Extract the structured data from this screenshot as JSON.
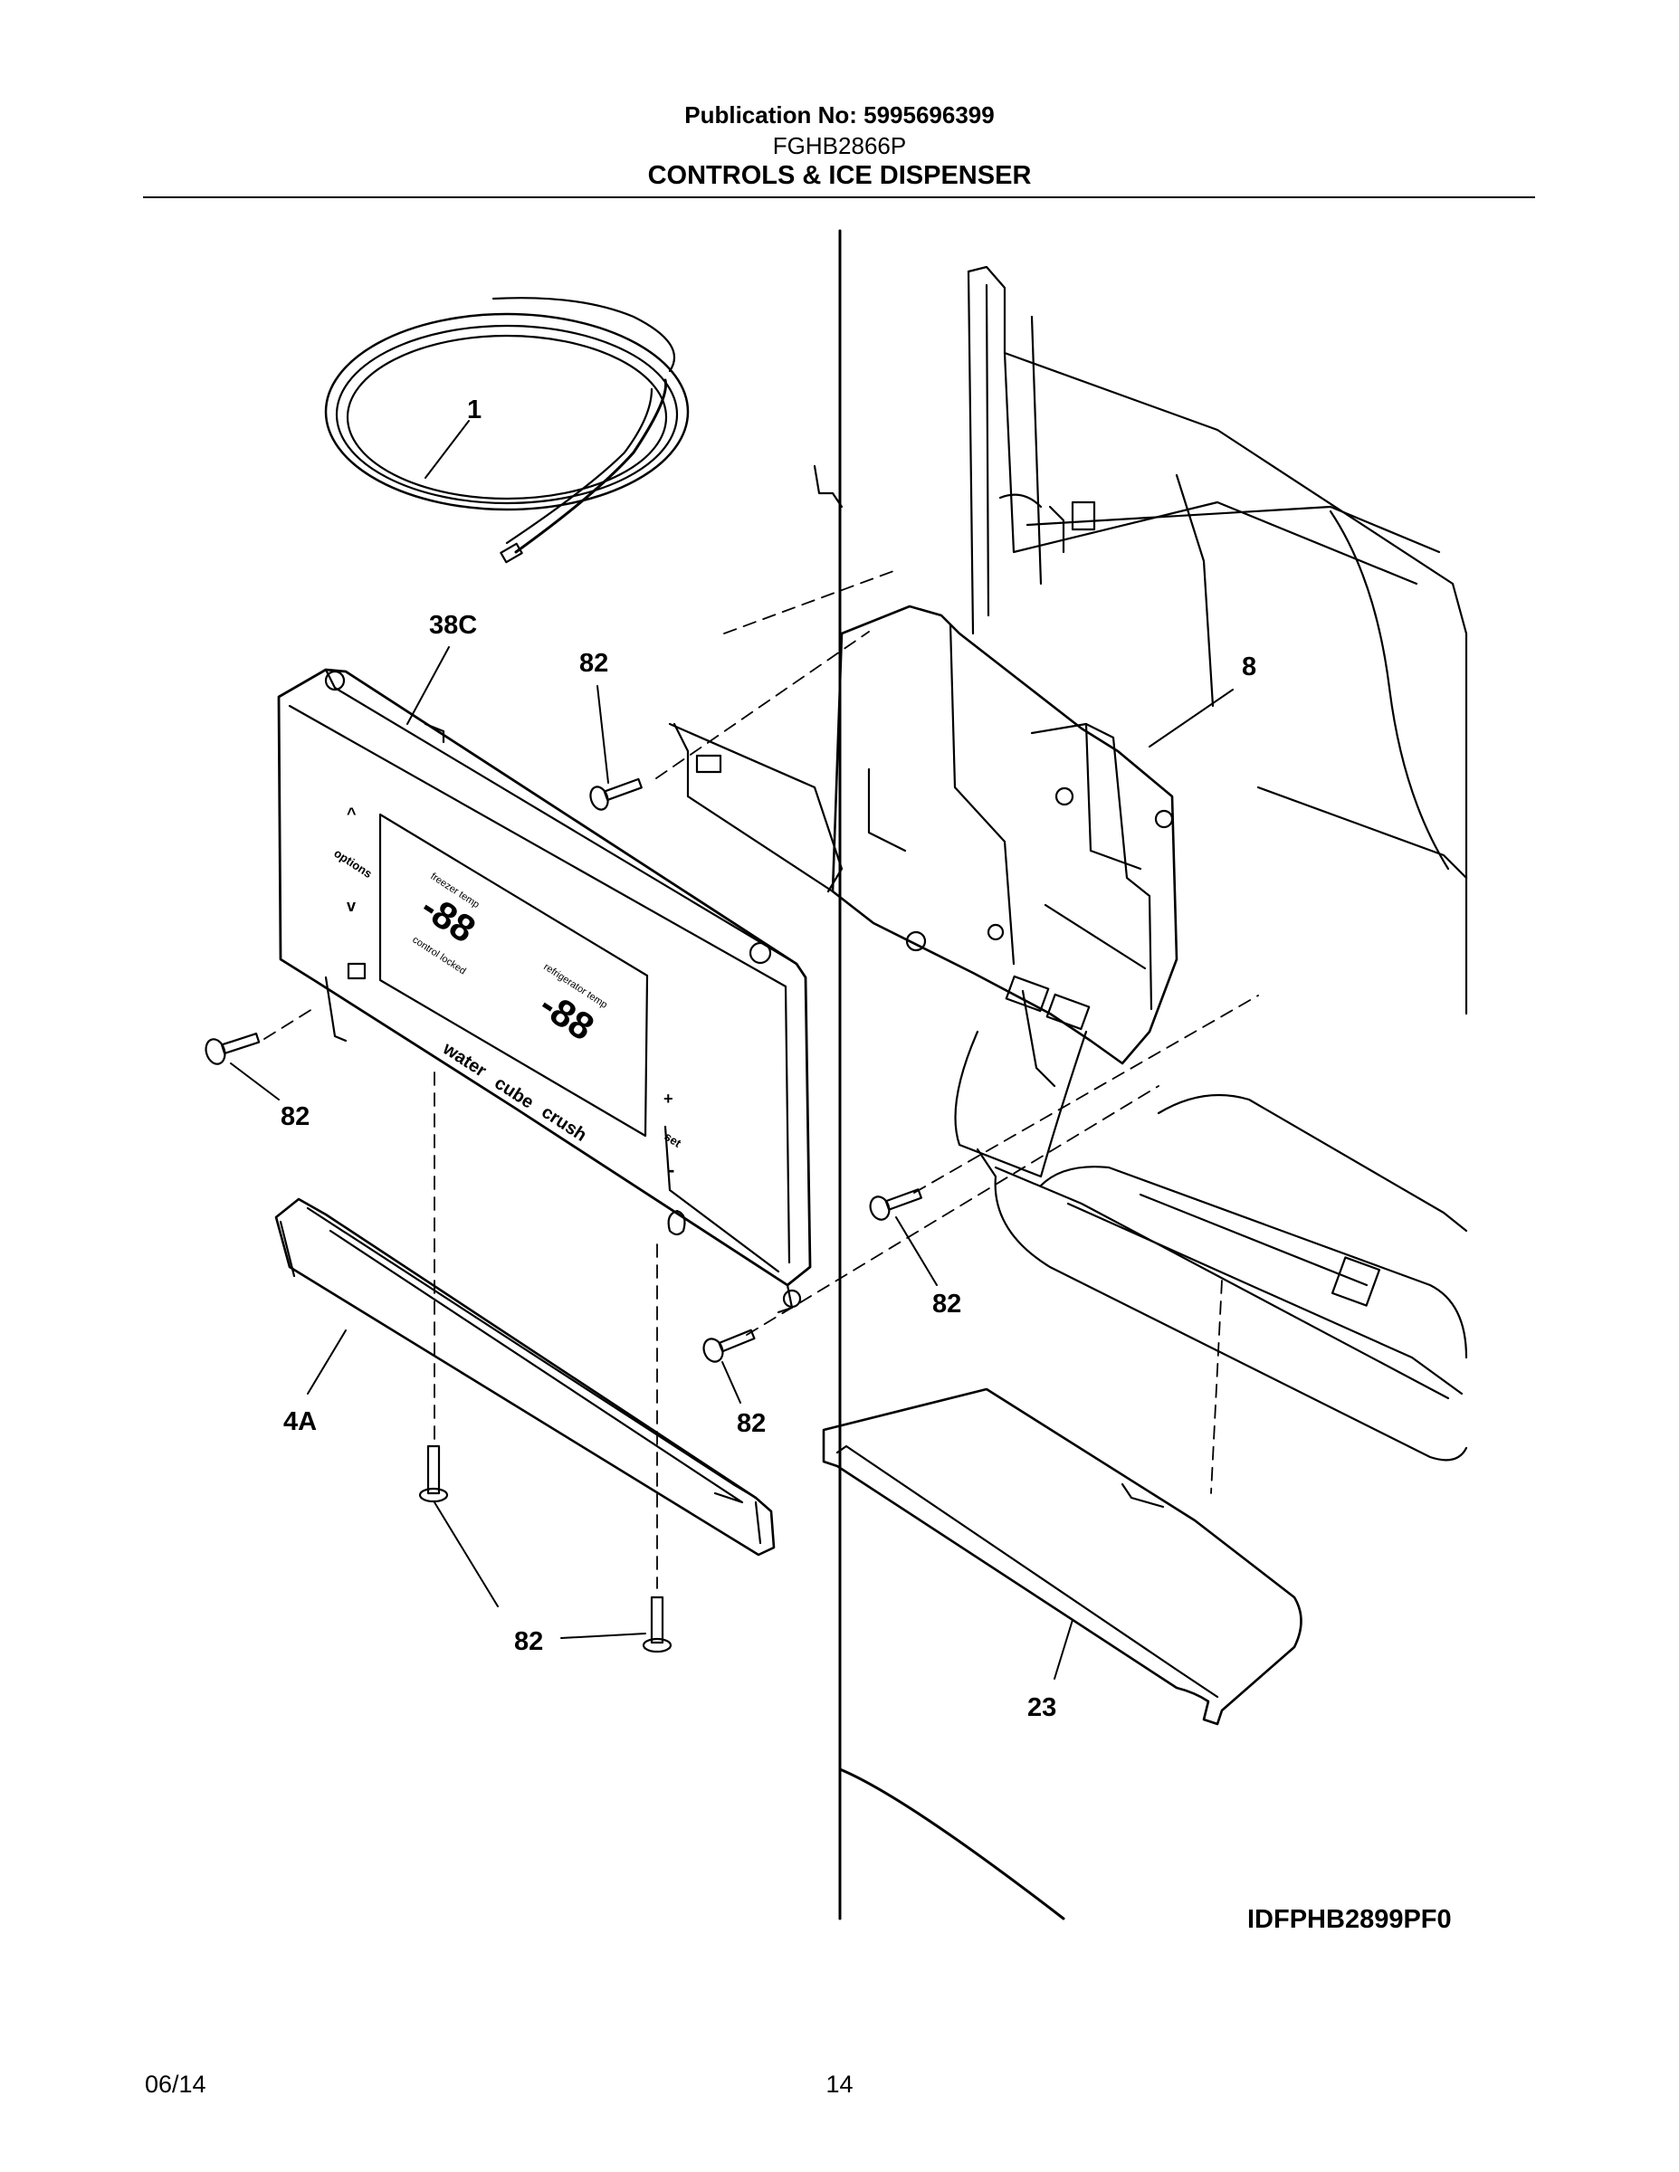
{
  "header": {
    "publication": "Publication No: 5995696399",
    "model": "FGHB2866P",
    "section_title": "CONTROLS & ICE DISPENSER"
  },
  "diagram": {
    "callouts": {
      "c1": "1",
      "c38c": "38C",
      "c82_top": "82",
      "c8": "8",
      "c82_left": "82",
      "c82_mid_right": "82",
      "c82_lower_center": "82",
      "c4a": "4A",
      "c82_bottom": "82",
      "c23": "23"
    },
    "panel_labels": {
      "up": "^",
      "options": "options",
      "down": "v",
      "freezer_temp": "freezer temp",
      "refrigerator_temp": "refrigerator temp",
      "display": "-88",
      "control_locked": "control locked",
      "water": "water",
      "cube": "cube",
      "crush": "crush",
      "plus": "+",
      "set": "set",
      "minus": "-"
    },
    "drawing_id": "IDFPHB2899PF0"
  },
  "footer": {
    "date": "06/14",
    "page": "14"
  }
}
